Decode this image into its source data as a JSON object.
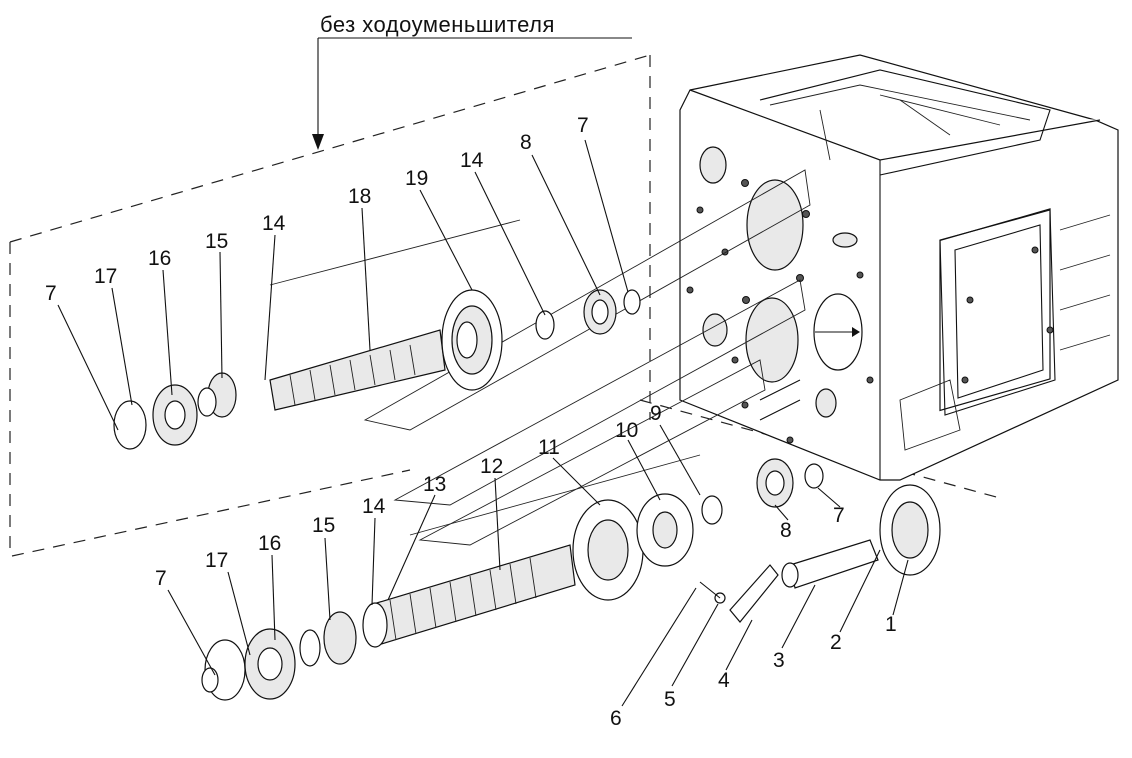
{
  "caption": "без ходоуменьшителя",
  "labels_upper": [
    "7",
    "17",
    "16",
    "15",
    "14",
    "18",
    "19",
    "14",
    "8",
    "7"
  ],
  "labels_lower": [
    "7",
    "17",
    "16",
    "15",
    "14",
    "13",
    "12",
    "11",
    "10",
    "9"
  ],
  "labels_right": [
    "8",
    "7",
    "1",
    "2",
    "3",
    "4",
    "5",
    "6"
  ]
}
